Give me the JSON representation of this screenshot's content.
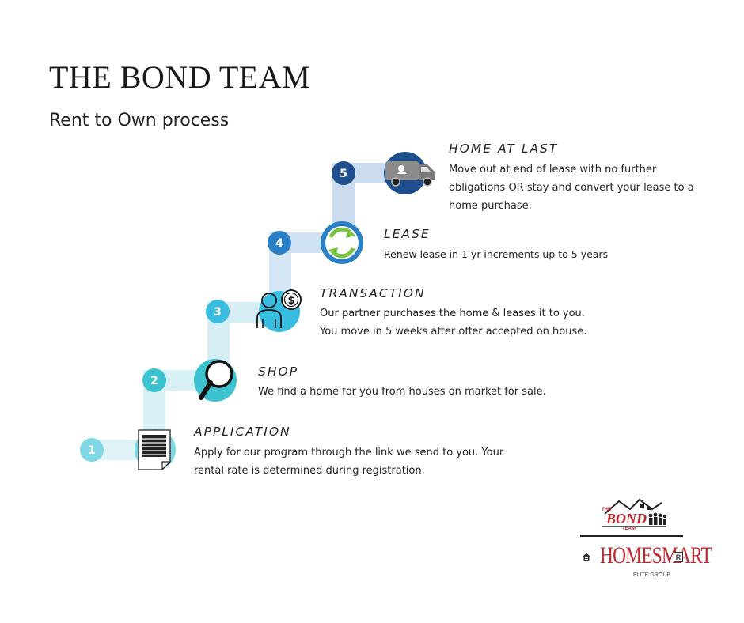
{
  "header": {
    "title": "THE BOND TEAM",
    "subtitle": "Rent to Own process"
  },
  "steps": [
    {
      "number": "1",
      "title": "APPLICATION",
      "icon": "document-icon",
      "lines": [
        "Apply for our program through the link we send to you.  Your",
        "rental rate is determined during registration."
      ]
    },
    {
      "number": "2",
      "title": "SHOP",
      "icon": "magnifier-icon",
      "lines": [
        "We find a home for you from houses on market for sale."
      ]
    },
    {
      "number": "3",
      "title": "TRANSACTION",
      "icon": "person-dollar-icon",
      "lines": [
        "Our partner purchases the home & leases it to you.",
        "You move in 5 weeks after offer accepted on house."
      ]
    },
    {
      "number": "4",
      "title": "LEASE",
      "icon": "renew-arrows-icon",
      "lines": [
        "Renew lease in 1 yr increments up to 5 years"
      ]
    },
    {
      "number": "5",
      "title": "HOME AT LAST",
      "icon": "moving-van-icon",
      "lines": [
        "Move out at end of lease with no further",
        "obligations OR stay and convert your lease to a",
        "home purchase."
      ]
    }
  ],
  "colors": {
    "step1": "#7fd8e3",
    "step2": "#3dc3cf",
    "step3": "#38bde0",
    "step4": "#2b7fc4",
    "step5": "#1e4f8c",
    "connector": "#cfe9f3",
    "connector_dark": "#c3daf0",
    "brand_red": "#c0272d"
  },
  "logos": {
    "bond_team": "THE BOND TEAM",
    "homesmart": "HOMESMART",
    "homesmart_sub": "ELITE GROUP"
  }
}
